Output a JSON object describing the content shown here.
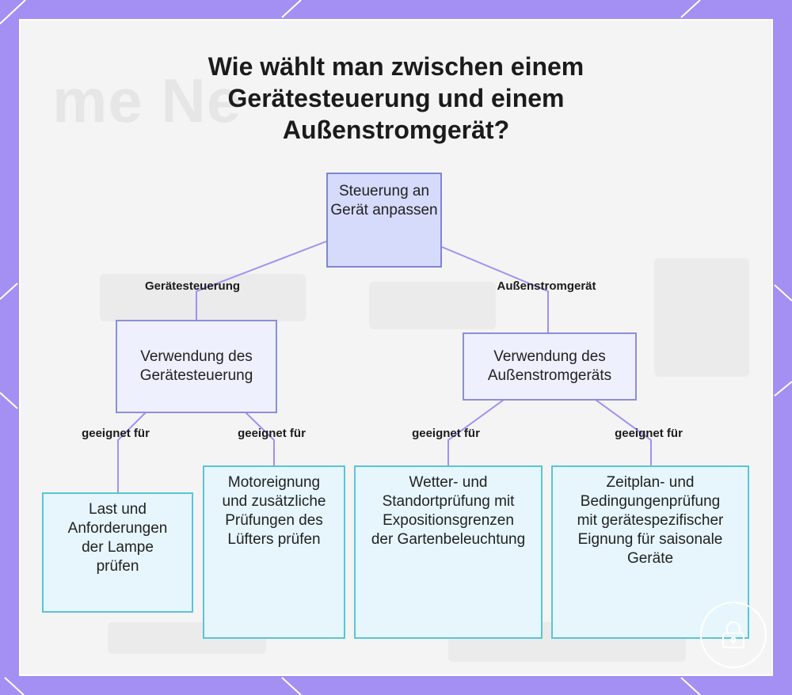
{
  "title_lines": [
    "Wie wählt man zwischen einem",
    "Gerätesteuerung und einem",
    "Außenstromgerät?"
  ],
  "nodes": {
    "root": "Steuerung an Gerät anpassen",
    "device_control": "Verwendung des Gerätesteuerung",
    "outdoor_power": "Verwendung des Außenstromgeräts",
    "lamp": "Last und Anforderungen der Lampe prüfen",
    "fan": "Motoreignung und zusätzliche Prüfungen des Lüfters prüfen",
    "weather": "Wetter- und Standortprüfung mit Expositionsgrenzen der Gartenbeleuchtung",
    "schedule": "Zeitplan- und Bedingungenprüfung mit gerätespezifischer Eignung für saisonale Geräte"
  },
  "edge_labels": {
    "root_to_device_control": "Gerätesteuerung",
    "root_to_outdoor_power": "Außenstromgerät",
    "device_control_to_lamp": "geeignet für",
    "device_control_to_fan": "geeignet für",
    "outdoor_power_to_weather": "geeignet für",
    "outdoor_power_to_schedule": "geeignet für"
  },
  "colors": {
    "background": "#a48ff2",
    "root_fill": "#d7dbfb",
    "mid_fill": "#eef0fd",
    "leaf_fill": "#e6f6fc",
    "leaf_border": "#59c5d8",
    "edge": "#a48ff2"
  },
  "icons": [
    "lock-icon"
  ]
}
